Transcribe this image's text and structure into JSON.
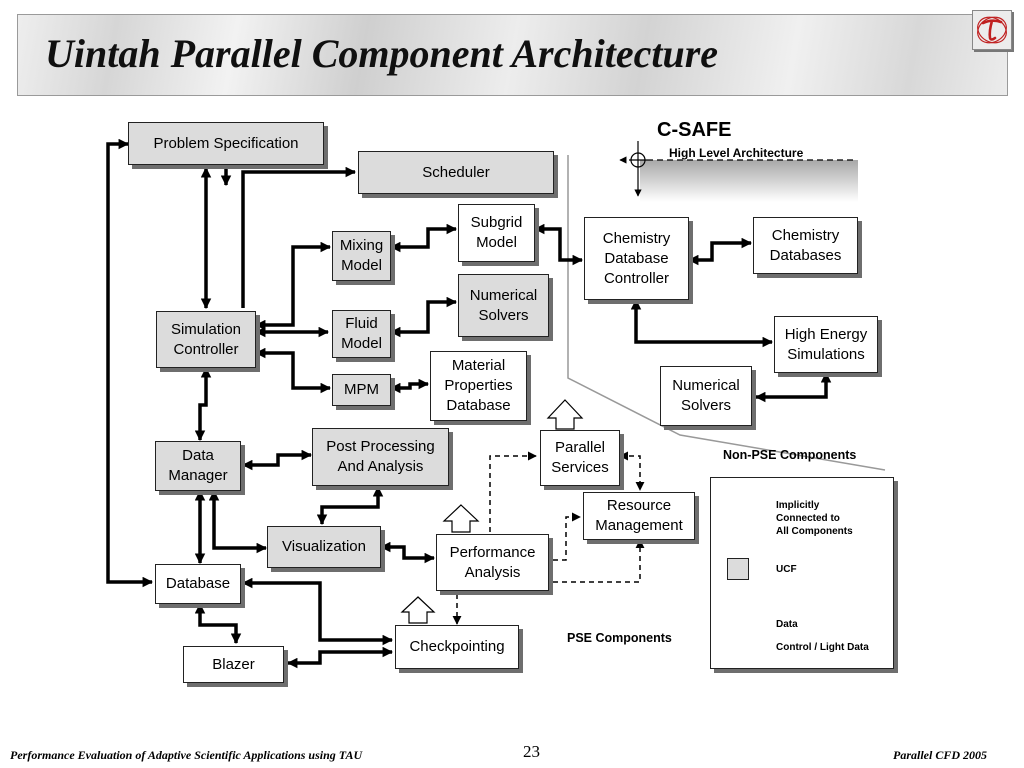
{
  "slide": {
    "title": "Uintah Parallel Component Architecture",
    "footer_left": "Performance Evaluation of Adaptive Scientific Applications using TAU",
    "page_number": "23",
    "footer_right": "Parallel CFD 2005"
  },
  "csafe": {
    "title": "C-SAFE",
    "subtitle": "High Level Architecture"
  },
  "boxes": {
    "problem_spec": "Problem Specification",
    "scheduler": "Scheduler",
    "subgrid_model": "Subgrid\nModel",
    "mixing_model": "Mixing\nModel",
    "numerical_solvers_pse": "Numerical\nSolvers",
    "fluid_model": "Fluid\nModel",
    "simulation_controller": "Simulation\nController",
    "mpm": "MPM",
    "material_db": "Material\nProperties\nDatabase",
    "chem_db_controller": "Chemistry\nDatabase\nController",
    "chem_databases": "Chemistry\nDatabases",
    "high_energy": "High Energy\nSimulations",
    "numerical_solvers_ext": "Numerical\nSolvers",
    "data_manager": "Data\nManager",
    "post_processing": "Post Processing\nAnd Analysis",
    "parallel_services": "Parallel\nServices",
    "resource_mgmt": "Resource\nManagement",
    "visualization": "Visualization",
    "performance_analysis": "Performance\nAnalysis",
    "database": "Database",
    "checkpointing": "Checkpointing",
    "blazer": "Blazer"
  },
  "labels": {
    "non_pse": "Non-PSE Components",
    "pse": "PSE Components"
  },
  "legend": {
    "implicit": "Implicitly\nConnected to\nAll Components",
    "ucf": "UCF",
    "data": "Data",
    "control": "Control / Light Data"
  }
}
